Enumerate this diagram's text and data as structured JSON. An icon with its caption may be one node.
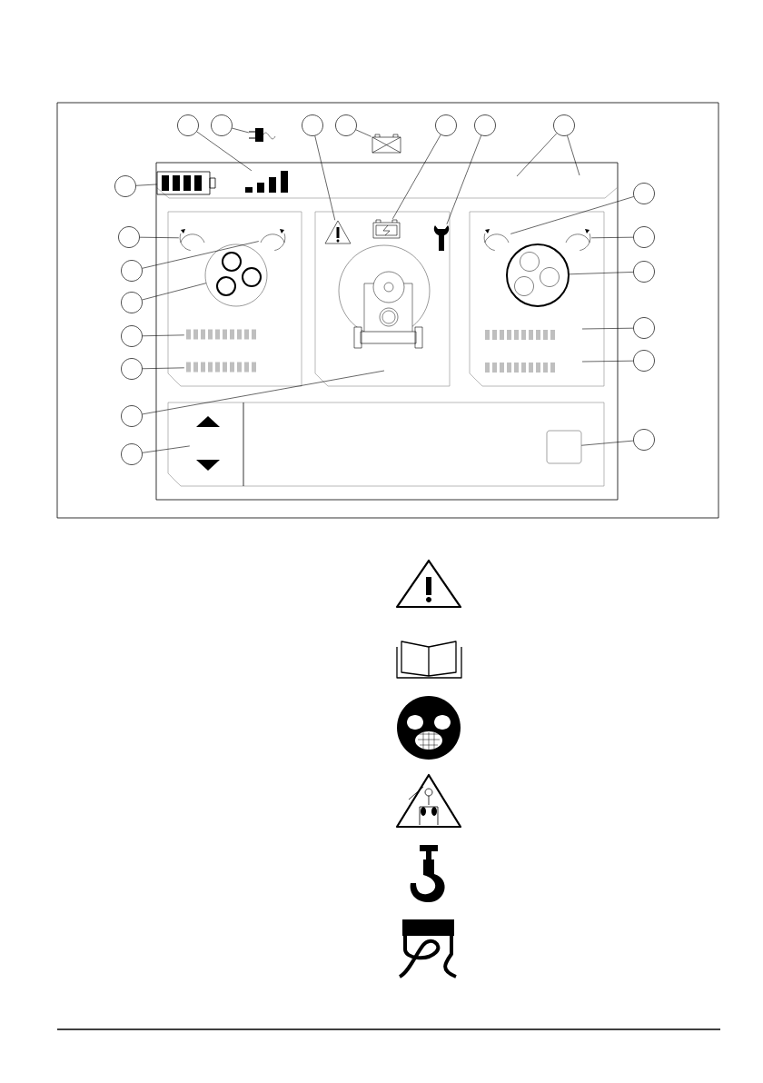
{
  "diagram": {
    "nodes": [
      {
        "text": [],
        "shape": "circle"
      },
      {
        "text": [],
        "shape": "circle"
      },
      {
        "text": [],
        "shape": "circle"
      },
      {
        "text": [],
        "shape": "circle"
      },
      {
        "text": [],
        "shape": "circle"
      },
      {
        "text": [],
        "shape": "circle"
      },
      {
        "text": [],
        "shape": "circle"
      },
      {
        "text": [],
        "shape": "circle"
      },
      {
        "text": [],
        "shape": "circle"
      },
      {
        "text": [],
        "shape": "circle"
      },
      {
        "text": [],
        "shape": "circle"
      },
      {
        "text": [],
        "shape": "circle"
      },
      {
        "text": [],
        "shape": "circle"
      },
      {
        "text": [],
        "shape": "circle"
      },
      {
        "text": [],
        "shape": "circle"
      },
      {
        "text": [],
        "shape": "circle"
      },
      {
        "text": [],
        "shape": "circle"
      },
      {
        "text": [],
        "shape": "circle"
      },
      {
        "text": [],
        "shape": "circle"
      },
      {
        "text": [],
        "shape": "circle"
      },
      {
        "text": [],
        "shape": "circle"
      },
      {
        "text": [],
        "shape": "plug"
      },
      {
        "text": [],
        "shape": "battery"
      },
      {
        "text": [],
        "shape": "battery"
      },
      {
        "text": [],
        "shape": "bars"
      },
      {
        "text": [],
        "shape": "triangle"
      },
      {
        "text": [],
        "shape": "battery"
      },
      {
        "text": [],
        "shape": "wrench"
      },
      {
        "text": [],
        "shape": "arc"
      },
      {
        "text": [],
        "shape": "arc"
      },
      {
        "text": [],
        "shape": "arc"
      },
      {
        "text": [],
        "shape": "arc"
      },
      {
        "text": [],
        "shape": "circle"
      },
      {
        "text": [],
        "shape": "circle"
      },
      {
        "text": [],
        "shape": "bar"
      },
      {
        "text": [],
        "shape": "bar"
      },
      {
        "text": [],
        "shape": "box"
      },
      {
        "text": [],
        "shape": "arrows"
      }
    ],
    "edges": [
      {
        "from": 0,
        "to": 24,
        "arrow": "none"
      },
      {
        "from": 1,
        "to": 21,
        "arrow": "none"
      },
      {
        "from": 2,
        "to": 25,
        "arrow": "none"
      },
      {
        "from": 3,
        "to": 22,
        "arrow": "none"
      },
      {
        "from": 4,
        "to": 26,
        "arrow": "none"
      },
      {
        "from": 5,
        "to": 27,
        "arrow": "none"
      },
      {
        "from": 6,
        "to": null,
        "arrow": "none"
      },
      {
        "from": 6,
        "to": null,
        "arrow": "none"
      },
      {
        "from": 7,
        "to": 23,
        "arrow": "none"
      },
      {
        "from": 8,
        "to": 30,
        "arrow": "none"
      },
      {
        "from": 9,
        "to": 28,
        "arrow": "none"
      },
      {
        "from": 10,
        "to": 31,
        "arrow": "none"
      },
      {
        "from": 11,
        "to": 29,
        "arrow": "none"
      },
      {
        "from": 12,
        "to": 32,
        "arrow": "none"
      },
      {
        "from": 13,
        "to": 33,
        "arrow": "none"
      },
      {
        "from": 14,
        "to": 34,
        "arrow": "none"
      },
      {
        "from": 15,
        "to": null,
        "arrow": "none"
      },
      {
        "from": 16,
        "to": 35,
        "arrow": "none"
      },
      {
        "from": 17,
        "to": null,
        "arrow": "none"
      },
      {
        "from": 18,
        "to": null,
        "arrow": "none"
      },
      {
        "from": 19,
        "to": 37,
        "arrow": "none"
      },
      {
        "from": 20,
        "to": 36,
        "arrow": "none"
      }
    ]
  }
}
